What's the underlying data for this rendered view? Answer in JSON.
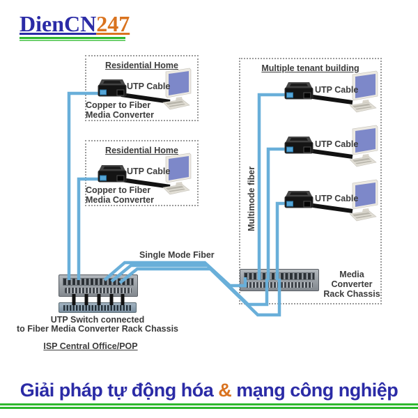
{
  "logo": {
    "primary": "DienCN",
    "accent": "247"
  },
  "colors": {
    "navy": "#2b2ba6",
    "orange": "#d9731f",
    "green": "#2eb82e",
    "fiber_blue": "#69afd9",
    "label_gray": "#3b3b3b"
  },
  "diagram": {
    "residential_homes": [
      {
        "title": "Residential Home",
        "cable_label": "UTP Cable",
        "device_label": "Copper to Fiber Media Converter"
      },
      {
        "title": "Residential Home",
        "cable_label": "UTP Cable",
        "device_label": "Copper to Fiber Media Converter"
      }
    ],
    "tenant_building": {
      "title": "Multiple tenant building",
      "units": [
        {
          "cable_label": "UTP Cable"
        },
        {
          "cable_label": "UTP Cable"
        },
        {
          "cable_label": "UTP Cable"
        }
      ],
      "fiber_label": "Multimode fiber",
      "chassis_label": "Media Converter Rack Chassis"
    },
    "single_mode_label": "Single Mode Fiber",
    "isp": {
      "switch_caption_line1": "UTP Switch connected",
      "switch_caption_line2": "to Fiber Media Converter Rack Chassis",
      "site_label": "ISP Central Office/POP"
    }
  },
  "footer": {
    "text_before": "Giải pháp tự động hóa ",
    "amp": "&",
    "text_after": " mạng công nghiệp"
  }
}
